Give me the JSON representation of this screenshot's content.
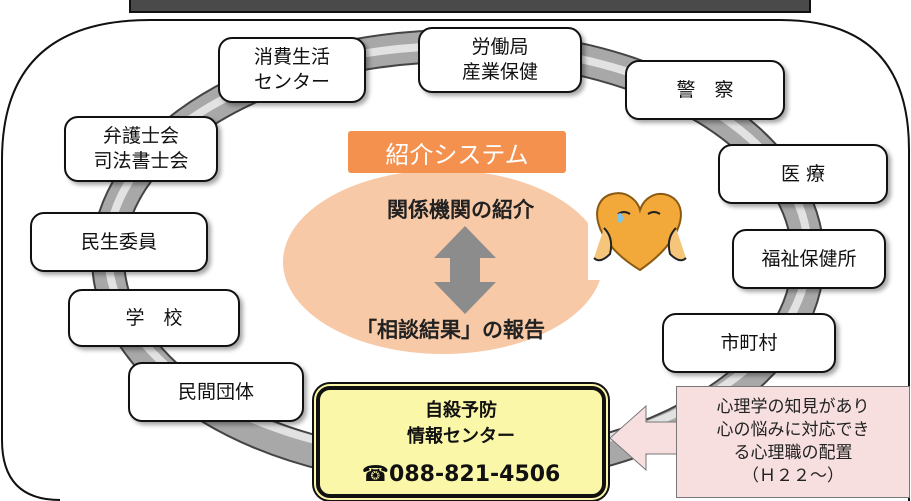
{
  "diagram": {
    "title_tag": "紹介システム",
    "referral_text": "関係機関の紹介",
    "report_text": "「相談結果」の報告",
    "center": {
      "line1": "自殺予防",
      "line2": "情報センター",
      "phone": "☎088-821-4506"
    },
    "note": [
      "心理学の知見があり",
      "心の悩みに対応でき",
      "る心理職の配置",
      "（Ｈ２２〜）"
    ],
    "nodes": {
      "labor": [
        "労働局",
        "産業保健"
      ],
      "consumer": [
        "消費生活",
        "センター"
      ],
      "police": [
        "警　察"
      ],
      "lawyer": [
        "弁護士会",
        "司法書士会"
      ],
      "medical": [
        "医 療"
      ],
      "welfare_comm": [
        "民生委員"
      ],
      "health_center": [
        "福祉保健所"
      ],
      "school": [
        "学　校"
      ],
      "municipality": [
        "市町村"
      ],
      "private_org": [
        "民間団体"
      ]
    },
    "colors": {
      "tag": "#f4914f",
      "oval": "#f8c9a6",
      "center": "#fbf7a9",
      "note": "#f7dfe0",
      "ring": "#9a9a9a",
      "arrow": "#8c8c8c"
    },
    "icon": "heart-character-icon"
  }
}
